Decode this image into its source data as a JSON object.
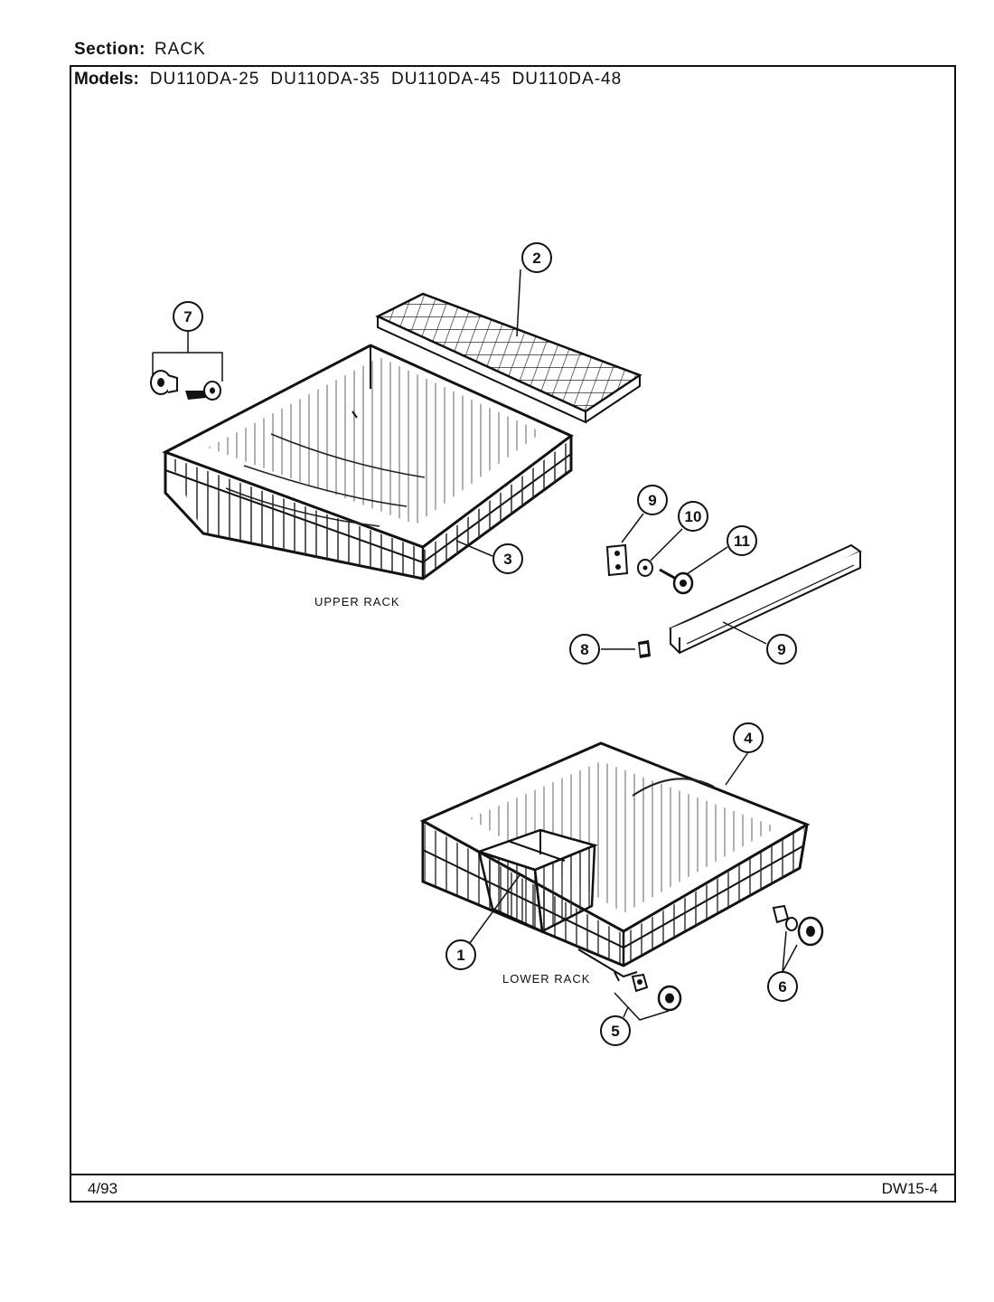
{
  "header": {
    "section_label": "Section:",
    "section_value": "RACK",
    "models_label": "Models:",
    "models": [
      "DU110DA-25",
      "DU110DA-35",
      "DU110DA-45",
      "DU110DA-48"
    ]
  },
  "diagram": {
    "captions": {
      "upper": "UPPER RACK",
      "lower": "LOWER RACK"
    },
    "callouts": {
      "c1": "1",
      "c2": "2",
      "c3": "3",
      "c4": "4",
      "c5": "5",
      "c6": "6",
      "c7": "7",
      "c8": "8",
      "c9a": "9",
      "c9b": "9",
      "c10": "10",
      "c11": "11"
    }
  },
  "footer": {
    "date": "4/93",
    "page_code": "DW15-4"
  }
}
